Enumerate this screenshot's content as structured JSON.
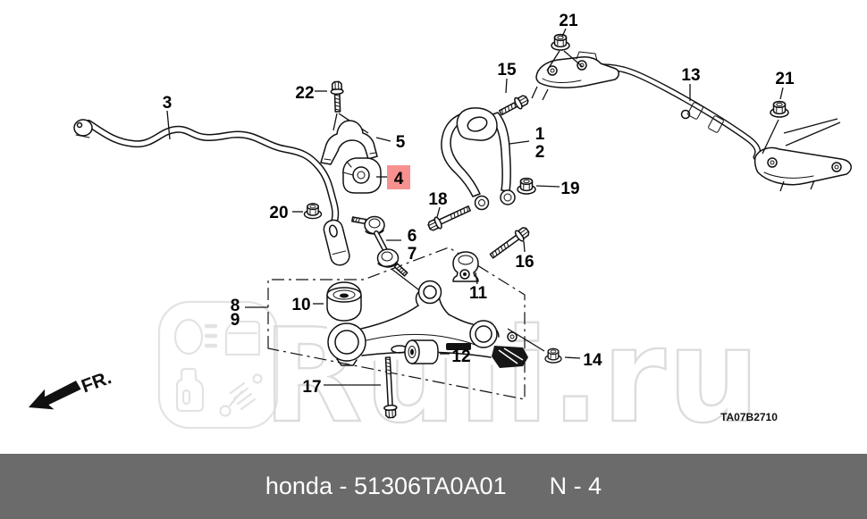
{
  "diagram": {
    "code": "TA07B2710",
    "fr_label": "FR.",
    "highlighted_part": "4",
    "highlight_bg": "#f7918f",
    "highlight_fg": "#9c2b2b",
    "labels": {
      "n1": "1",
      "n2": "2",
      "n3": "3",
      "n4": "4",
      "n5": "5",
      "n6": "6",
      "n7": "7",
      "n8": "8",
      "n9": "9",
      "n10": "10",
      "n11": "11",
      "n12": "12",
      "n13": "13",
      "n14": "14",
      "n15": "15",
      "n16": "16",
      "n17": "17",
      "n18": "18",
      "n19": "19",
      "n20": "20",
      "n21": "21",
      "n22": "22"
    }
  },
  "watermark": {
    "text": "Ruli.ru"
  },
  "footer": {
    "part_number": "honda - 51306TA0A01",
    "page_ref": "N - 4",
    "bg": "#6b6b6b",
    "text_color": "#ffffff"
  }
}
